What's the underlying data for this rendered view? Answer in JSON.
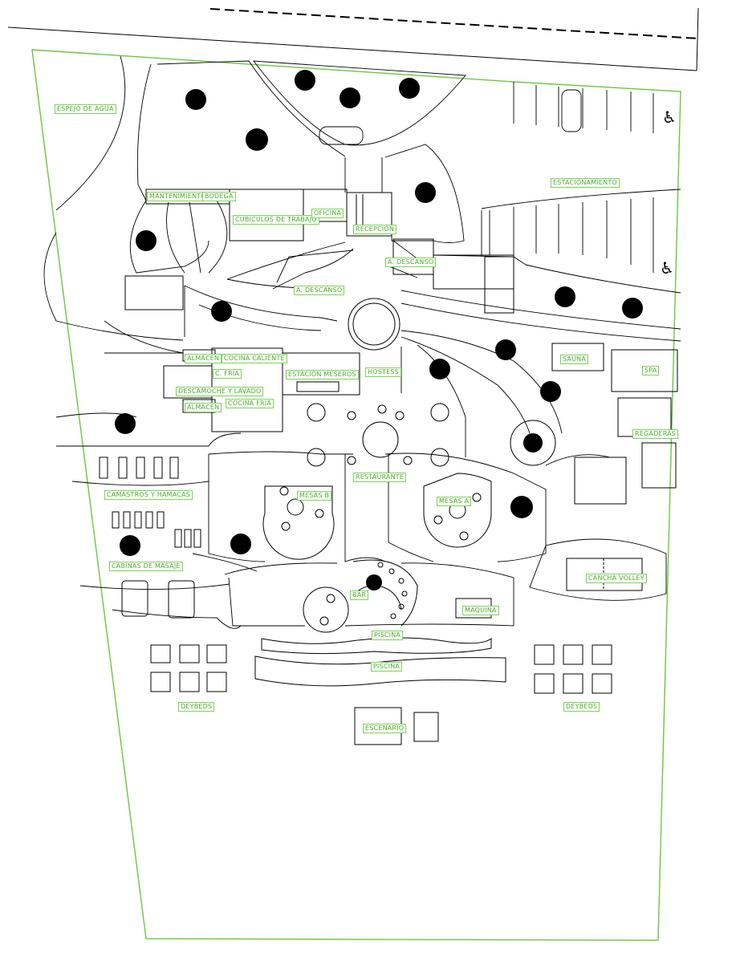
{
  "plan": {
    "labels": {
      "espejo_agua": "ESPEJO DE AGUA",
      "mantenimiento": "MANTENIMIENTO",
      "bodega": "BODEGA",
      "cubiculos": "CUBICULOS DE TRABAJO",
      "oficina": "OFICINA",
      "recepcion": "RECEPCIÓN",
      "estacionamiento": "ESTACIONAMIENTO",
      "a_descanso_1": "A. DESCANSO",
      "a_descanso_2": "A. DESCANSO",
      "almacen_1": "ALMACEN",
      "cocina_caliente": "COCINA CALIENTE",
      "c_fria": "C. FRIA",
      "estacion_meseros": "ESTACIÓN MESEROS",
      "hostess": "HOSTESS",
      "descamoche": "DESCAMOCHE Y LAVADO",
      "almacen_2": "ALMACEN",
      "cocina_fria": "COCINA FRIA",
      "sauna": "SAUNA",
      "spa": "SPA",
      "regaderas": "REGADERAS",
      "restaurante": "RESTAURANTE",
      "camastros": "CAMASTROS Y HAMACAS",
      "mesas_a": "MESAS B",
      "mesas_b": "MESAS A",
      "cabinas": "CABINAS DE MASAJE",
      "cancha": "CANCHA VOLLEY",
      "bar": "BAR",
      "maquina": "MAQUINA",
      "piscina_1": "PISCINA",
      "piscina_2": "PISCINA",
      "deybeds_left": "DEYBEDS",
      "deybeds_right": "DEYBEDS",
      "escenario": "ESCENARIO"
    },
    "icons": {
      "accessible_1": "wheelchair-icon",
      "accessible_2": "wheelchair-icon",
      "accessible_glyph": "♿"
    },
    "colors": {
      "lines": "#000000",
      "labels": "#4caf2a",
      "boundary": "#6cc644"
    }
  }
}
